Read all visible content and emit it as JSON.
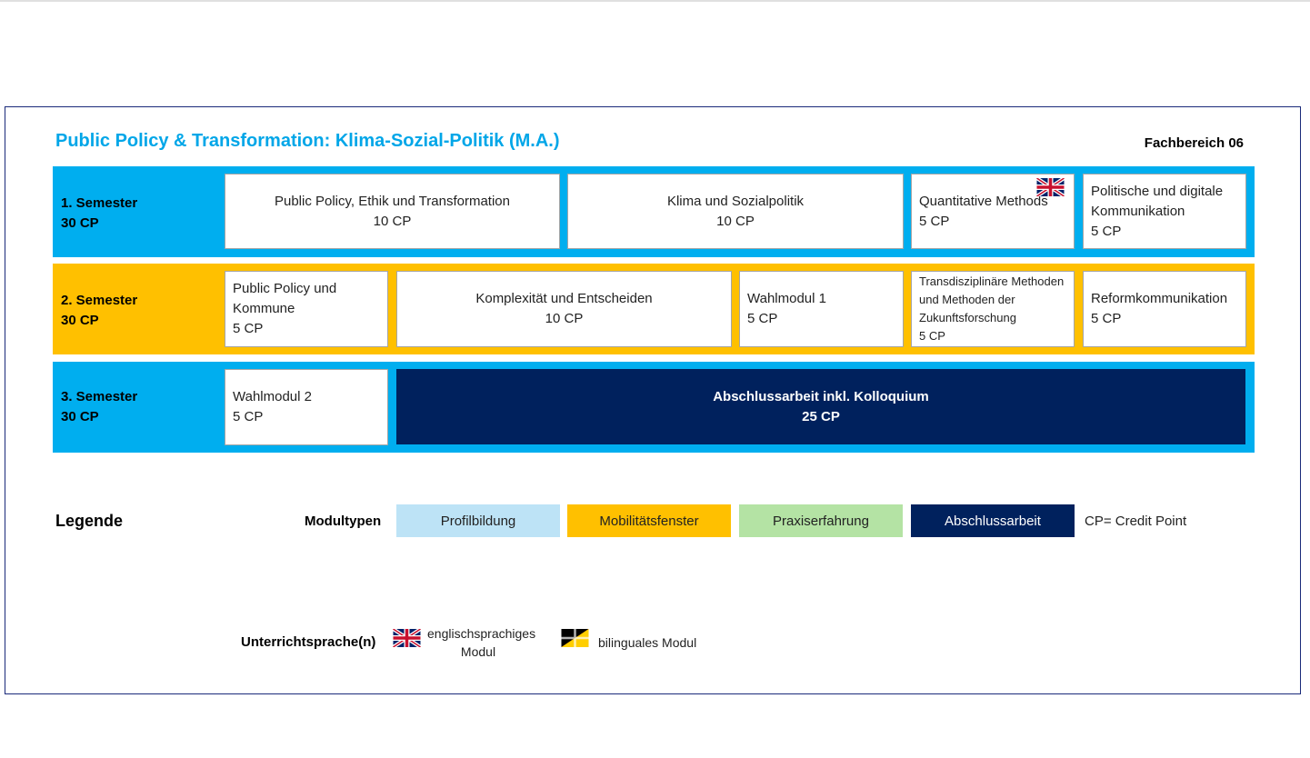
{
  "title": "Public Policy & Transformation: Klima-Sozial-Politik (M.A.)",
  "department": "Fachbereich 06",
  "semesters": [
    {
      "name": "1. Semester",
      "cp": "30 CP",
      "modules": [
        {
          "name": "Public Policy, Ethik und Transformation",
          "cp": "10 CP"
        },
        {
          "name": "Klima und Sozialpolitik",
          "cp": "10 CP"
        },
        {
          "name": "Quantitative Methods",
          "cp": "5 CP",
          "language": "english"
        },
        {
          "name": "Politische und digitale Kommunikation",
          "cp": "5 CP"
        }
      ]
    },
    {
      "name": "2. Semester",
      "cp": "30 CP",
      "modules": [
        {
          "name": "Public Policy und Kommune",
          "cp": "5 CP"
        },
        {
          "name": "Komplexität und Entscheiden",
          "cp": "10 CP"
        },
        {
          "name": "Wahlmodul 1",
          "cp": "5 CP"
        },
        {
          "name": "Transdisziplinäre Methoden und Methoden der Zukunftsforschung",
          "cp": "5 CP"
        },
        {
          "name": "Reformkommunikation",
          "cp": "5 CP"
        }
      ]
    },
    {
      "name": "3. Semester",
      "cp": "30 CP",
      "modules": [
        {
          "name": "Wahlmodul 2",
          "cp": "5 CP"
        },
        {
          "name": "Abschlussarbeit inkl. Kolloquium",
          "cp": "25 CP"
        }
      ]
    }
  ],
  "legend": {
    "title": "Legende",
    "module_types_label": "Modultypen",
    "types": [
      {
        "name": "Profilbildung",
        "color": "#bde3f6"
      },
      {
        "name": "Mobilitätsfenster",
        "color": "#ffc000"
      },
      {
        "name": "Praxiserfahrung",
        "color": "#b4e3a4"
      },
      {
        "name": "Abschlussarbeit",
        "color": "#00215d"
      }
    ],
    "cp_note": "CP= Credit Point",
    "languages_label": "Unterrichtsprache(n)",
    "languages": [
      {
        "icon": "uk-flag-icon",
        "text": "englischsprachiges Modul"
      },
      {
        "icon": "german-flag-icon",
        "text": "bilinguales Modul"
      }
    ]
  },
  "colors": {
    "title": "#00a6e8",
    "band_blue": "#00aeef",
    "band_yellow": "#ffc000",
    "navy": "#00215d"
  }
}
